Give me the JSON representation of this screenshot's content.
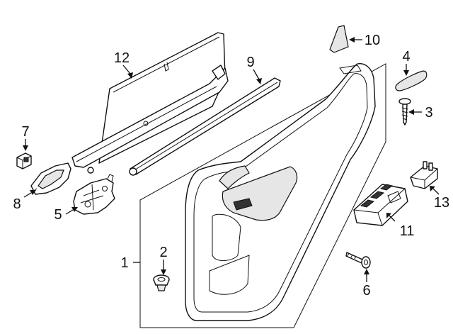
{
  "diagram": {
    "callouts": [
      {
        "id": "c1",
        "text": "1"
      },
      {
        "id": "c2",
        "text": "2"
      },
      {
        "id": "c3",
        "text": "3"
      },
      {
        "id": "c4",
        "text": "4"
      },
      {
        "id": "c5",
        "text": "5"
      },
      {
        "id": "c6",
        "text": "6"
      },
      {
        "id": "c7",
        "text": "7"
      },
      {
        "id": "c8",
        "text": "8"
      },
      {
        "id": "c9",
        "text": "9"
      },
      {
        "id": "c10",
        "text": "10"
      },
      {
        "id": "c11",
        "text": "11"
      },
      {
        "id": "c12",
        "text": "12"
      },
      {
        "id": "c13",
        "text": "13"
      }
    ],
    "colors": {
      "ink": "#111111",
      "background": "#ffffff",
      "shade": "#e6e6e6"
    }
  }
}
